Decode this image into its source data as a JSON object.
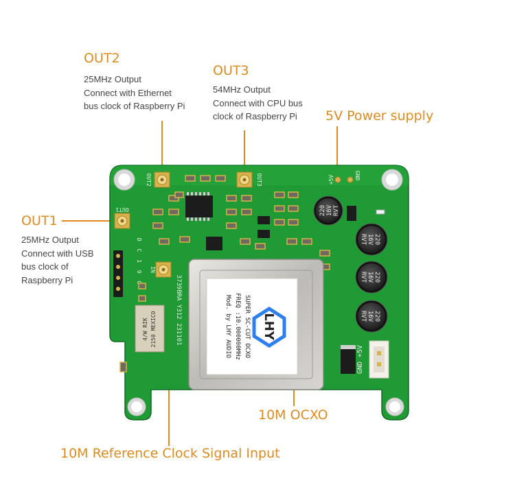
{
  "callouts": {
    "out2": {
      "title": "OUT2",
      "lines": [
        "25MHz Output",
        "Connect with Ethernet",
        "bus clock of Raspberry Pi"
      ]
    },
    "out3": {
      "title": "OUT3",
      "lines": [
        "54MHz Output",
        "Connect with CPU bus",
        "clock of Raspberry Pi"
      ]
    },
    "power": {
      "title": "5V Power supply"
    },
    "out1": {
      "title": "OUT1",
      "lines": [
        "25MHz Output",
        "Connect with USB",
        "bus clock of",
        "Raspberry Pi"
      ]
    },
    "ocxo": {
      "title": "10M OCXO"
    },
    "ref_in": {
      "title": "10M Reference Clock Signal Input"
    }
  },
  "board_silkscreen": {
    "out1": "OUT1",
    "out2": "OUT2",
    "out3": "OUT3",
    "in": "IN",
    "plus5v": "+5V",
    "gnd": "GND",
    "gnd_plus5v": "GND +5V",
    "header": "D C 1 9 C",
    "serial": "3739BRA Y312 231101",
    "cap_value": "220",
    "cap_voltage": "16V",
    "cap_brand": "RVT",
    "trimmer": [
      "4/W RIK",
      "2150 MEXICO"
    ]
  },
  "ocxo_label": {
    "lines": [
      "SUPER SC-CUT OCXO",
      "FREQ :10.000000MHz",
      "Mod. by LHY AUDIO"
    ],
    "logo": "LHY"
  },
  "colors": {
    "accent": "#e08a1e",
    "pcb": "#1f9a34",
    "gold": "#d8b24a"
  }
}
